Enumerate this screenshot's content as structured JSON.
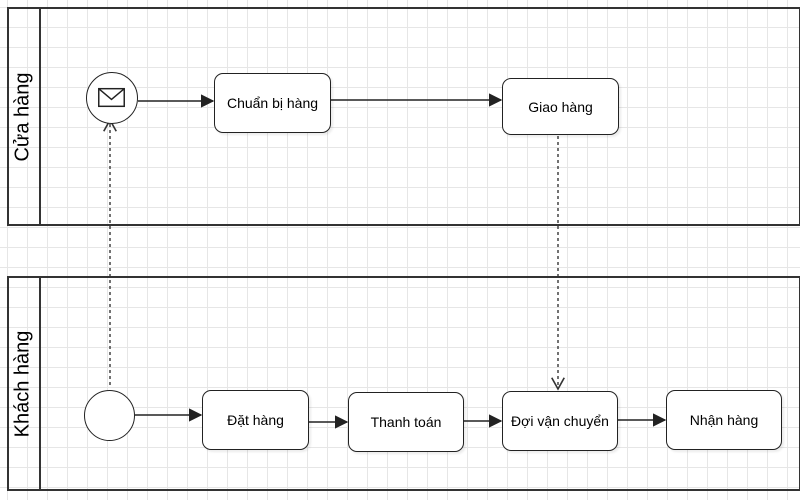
{
  "pools": [
    {
      "id": "store",
      "label": "Cửa hàng",
      "tasks": [
        {
          "id": "prepare",
          "label": "Chuẩn bị hàng"
        },
        {
          "id": "deliver",
          "label": "Giao hàng"
        }
      ],
      "start_event": {
        "type": "message",
        "icon": "envelope-icon"
      }
    },
    {
      "id": "customer",
      "label": "Khách hàng",
      "tasks": [
        {
          "id": "order",
          "label": "Đặt hàng"
        },
        {
          "id": "pay",
          "label": "Thanh toán"
        },
        {
          "id": "wait",
          "label": "Đợi vận chuyển"
        },
        {
          "id": "receive",
          "label": "Nhận hàng"
        }
      ],
      "start_event": {
        "type": "none",
        "icon": ""
      }
    }
  ],
  "colors": {
    "stroke": "#222222",
    "grid": "#e6e6e6",
    "background": "#ffffff"
  }
}
